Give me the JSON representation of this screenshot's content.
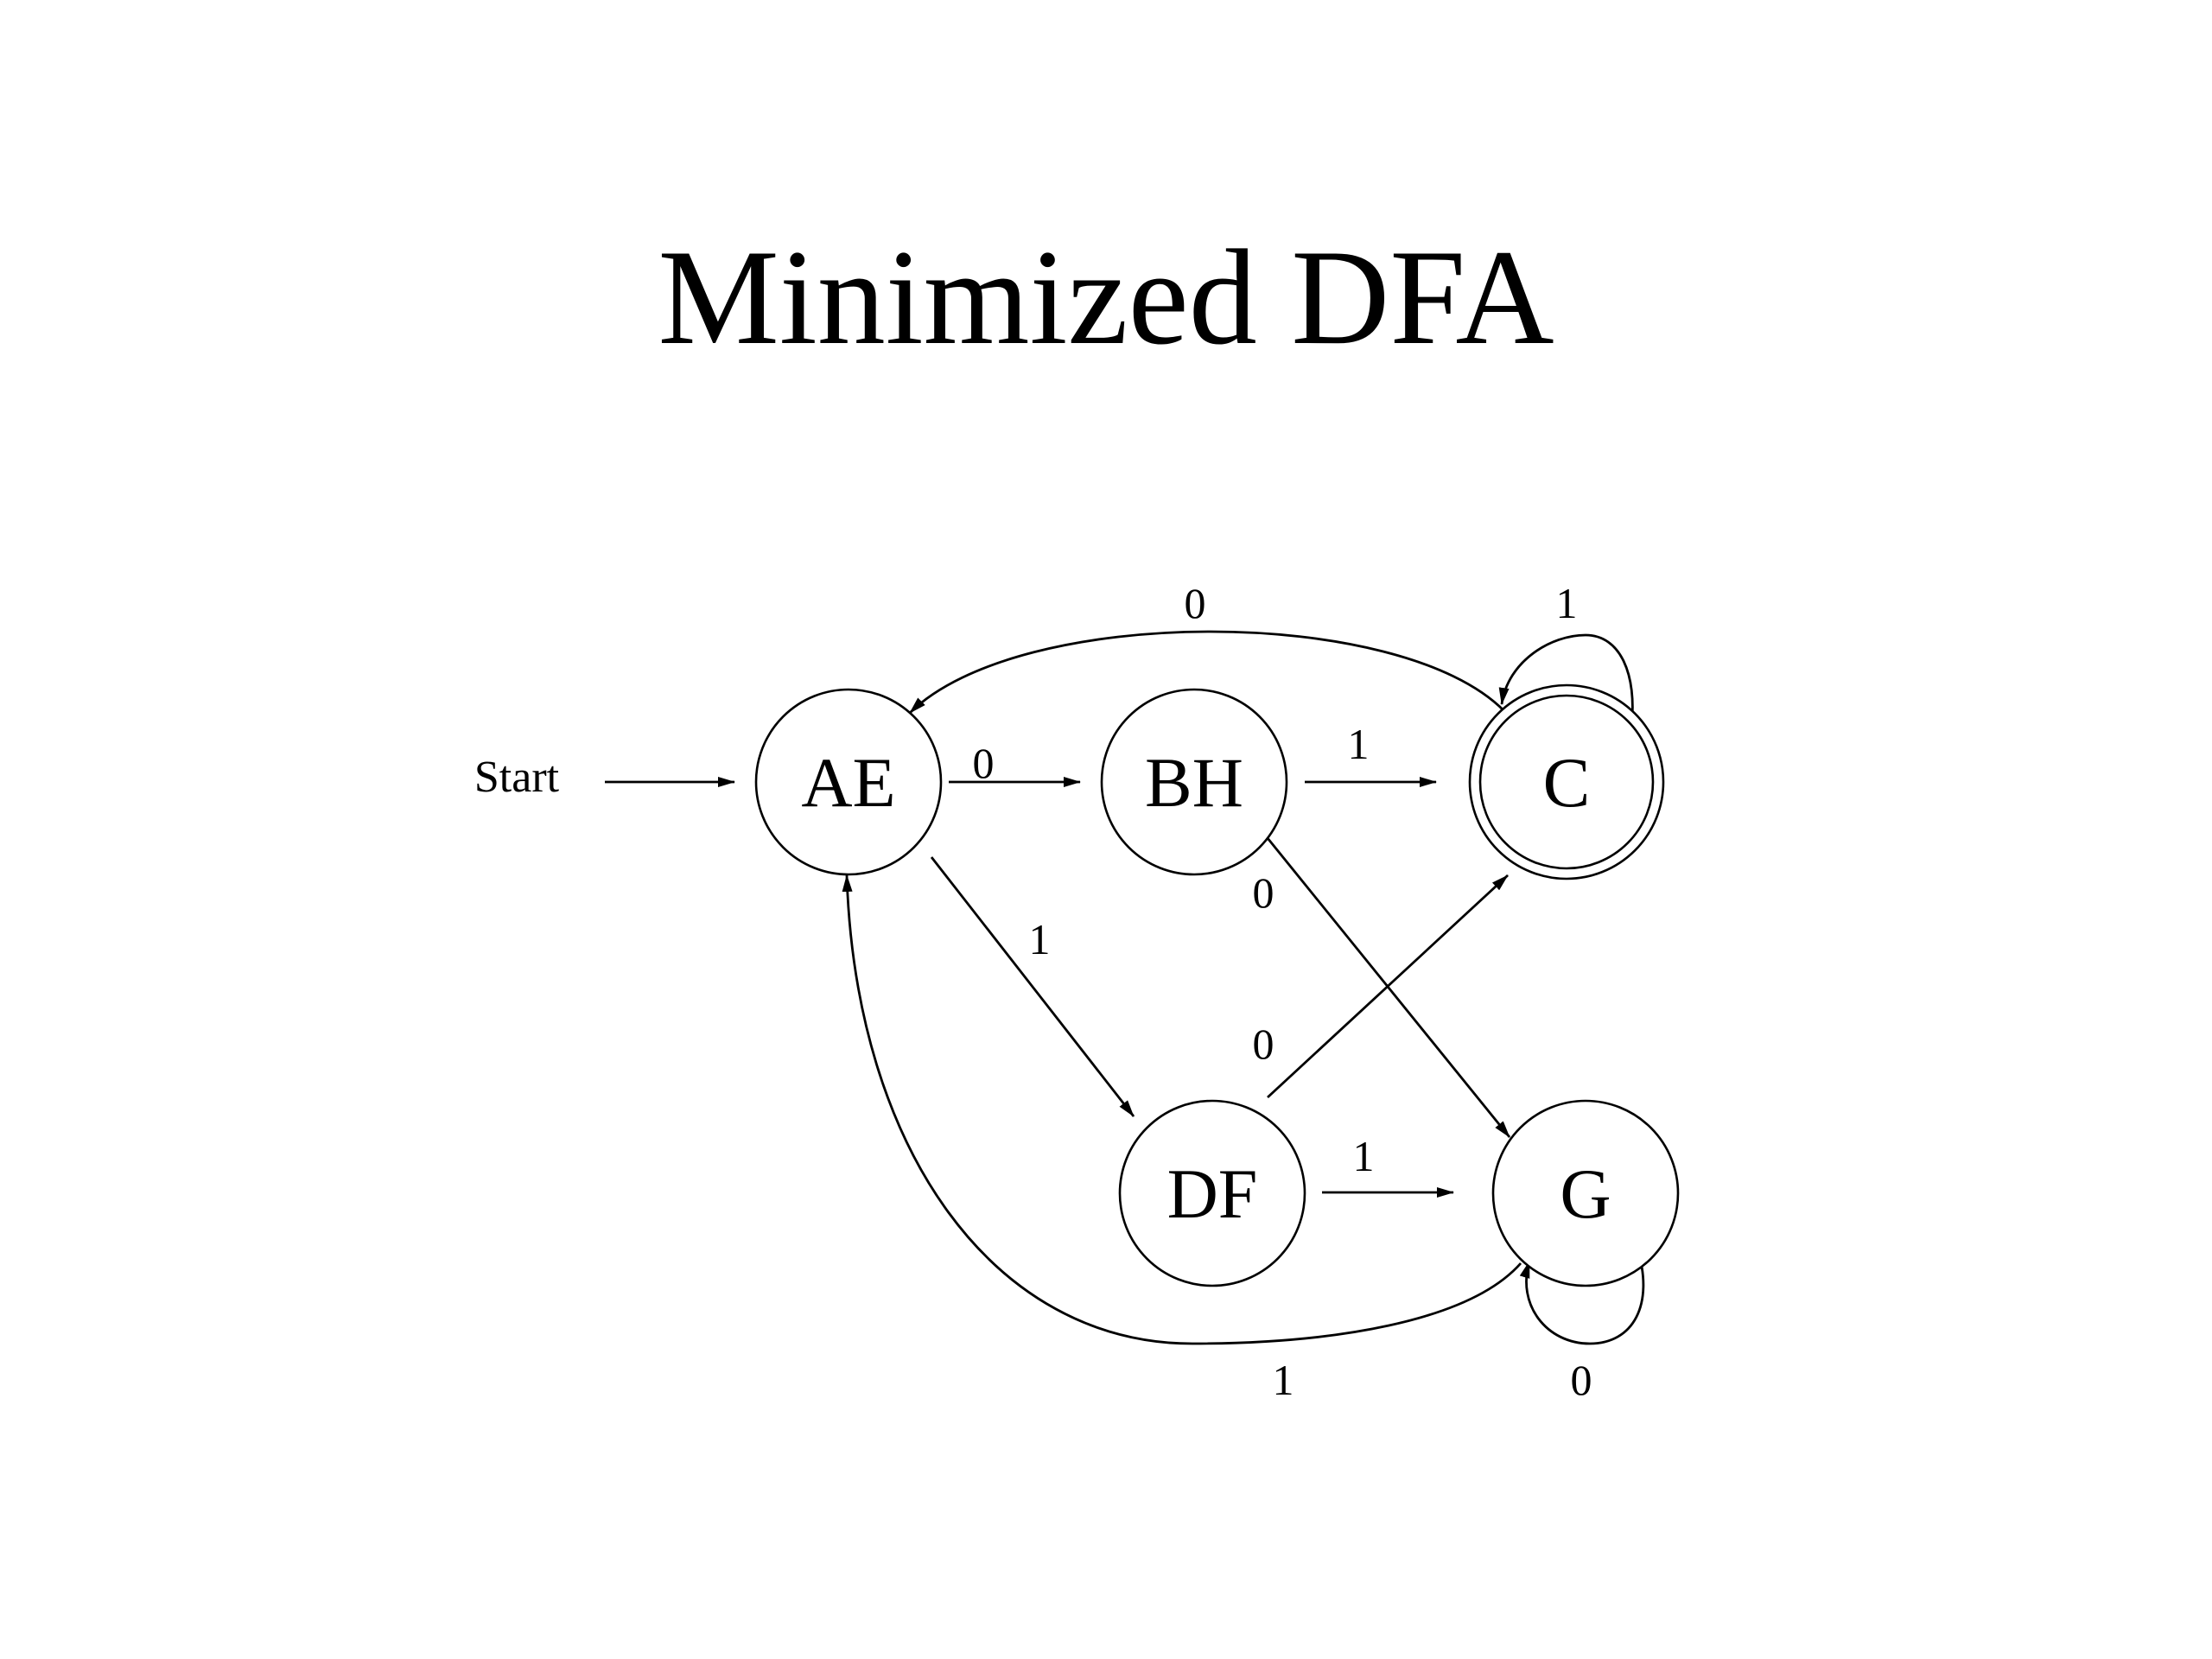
{
  "title": "Minimized DFA",
  "start_label": "Start",
  "states": [
    {
      "id": "AE",
      "label": "AE",
      "accepting": false
    },
    {
      "id": "BH",
      "label": "BH",
      "accepting": false
    },
    {
      "id": "C",
      "label": "C",
      "accepting": true
    },
    {
      "id": "DF",
      "label": "DF",
      "accepting": false
    },
    {
      "id": "G",
      "label": "G",
      "accepting": false
    }
  ],
  "transitions": [
    {
      "from": "AE",
      "to": "BH",
      "symbol": "0"
    },
    {
      "from": "AE",
      "to": "DF",
      "symbol": "1"
    },
    {
      "from": "BH",
      "to": "C",
      "symbol": "1"
    },
    {
      "from": "BH",
      "to": "G",
      "symbol": "0"
    },
    {
      "from": "C",
      "to": "AE",
      "symbol": "0"
    },
    {
      "from": "C",
      "to": "C",
      "symbol": "1"
    },
    {
      "from": "DF",
      "to": "C",
      "symbol": "0"
    },
    {
      "from": "DF",
      "to": "G",
      "symbol": "1"
    },
    {
      "from": "G",
      "to": "AE",
      "symbol": "1"
    },
    {
      "from": "G",
      "to": "G",
      "symbol": "0"
    }
  ]
}
